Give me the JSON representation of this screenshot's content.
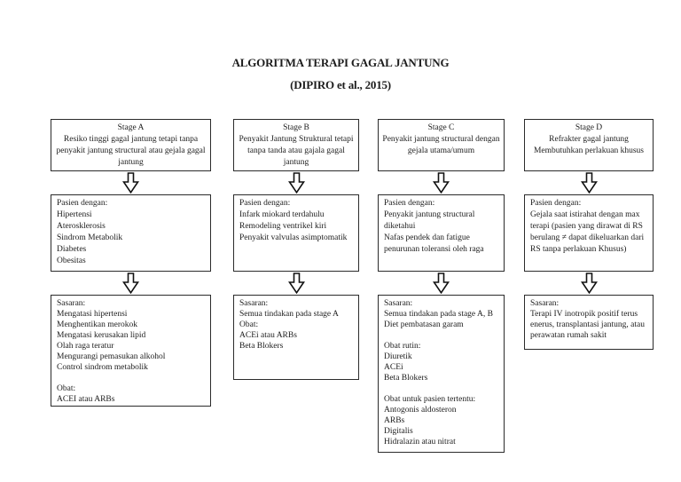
{
  "page": {
    "title": "ALGORITMA TERAPI GAGAL JANTUNG",
    "subtitle": "(DIPIRO et al., 2015)"
  },
  "icons": {
    "flow_arrow": "⇩"
  },
  "stages": [
    {
      "id": "A",
      "header": [
        "Stage A",
        "Resiko tinggi gagal jantung tetapi tanpa penyakit jantung structural atau gejala gagal jantung"
      ],
      "patient": [
        "Pasien dengan:",
        "Hipertensi",
        "Aterosklerosis",
        "Sindrom Metabolik",
        "Diabetes",
        "Obesitas"
      ],
      "goals": [
        "Sasaran:",
        "Mengatasi hipertensi",
        "Menghentikan merokok",
        "Mengatasi kerusakan lipid",
        "Olah raga teratur",
        "Mengurangi pemasukan alkohol",
        "Control sindrom metabolik",
        "",
        "Obat:",
        "ACEI atau ARBs"
      ]
    },
    {
      "id": "B",
      "header": [
        "Stage B",
        "Penyakit Jantung Struktural tetapi tanpa tanda atau gajala gagal jantung"
      ],
      "patient": [
        "Pasien dengan:",
        "Infark miokard terdahulu",
        "Remodeling ventrikel kiri",
        "Penyakit valvulas asimptomatik"
      ],
      "goals": [
        "Sasaran:",
        "Semua tindakan pada stage A",
        "Obat:",
        "ACEi atau ARBs",
        "Beta Blokers"
      ]
    },
    {
      "id": "C",
      "header": [
        "Stage C",
        "Penyakit jantung structural dengan gejala utama/umum"
      ],
      "patient": [
        "Pasien dengan:",
        "Penyakit jantung structural diketahui",
        "Nafas pendek dan fatigue penurunan toleransi oleh raga"
      ],
      "goals": [
        "Sasaran:",
        "Semua tindakan pada stage A, B",
        "Diet pembatasan garam",
        "",
        "Obat rutin:",
        "Diuretik",
        "ACEi",
        "Beta Blokers",
        "",
        "Obat untuk pasien tertentu:",
        "Antogonis aldosteron",
        "ARBs",
        "Digitalis",
        "Hidralazin atau nitrat"
      ]
    },
    {
      "id": "D",
      "header": [
        "Stage D",
        "Refrakter gagal jantung Membutuhkan perlakuan khusus"
      ],
      "patient": [
        "Pasien dengan:",
        "Gejala saat istirahat dengan max terapi (pasien yang dirawat di RS berulang ≠ dapat dikeluarkan dari RS tanpa perlakuan Khusus)"
      ],
      "goals": [
        "Sasaran:",
        "Terapi IV inotropik positif terus enerus, transplantasi jantung, atau perawatan rumah sakit"
      ]
    }
  ]
}
